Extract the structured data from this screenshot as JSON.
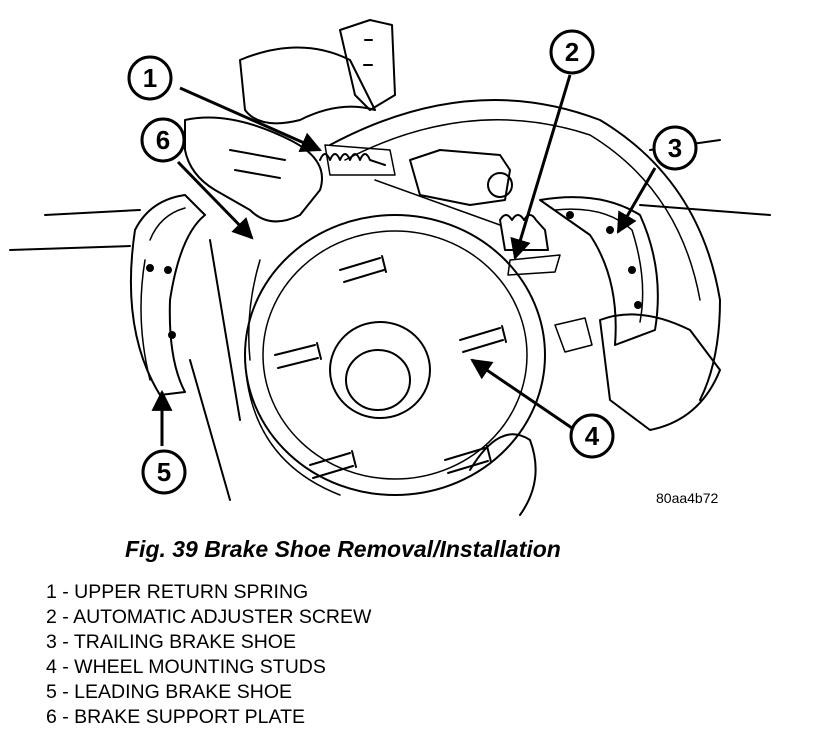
{
  "figure": {
    "caption": "Fig. 39 Brake Shoe Removal/Installation",
    "code": "80aa4b72"
  },
  "callouts": [
    {
      "number": "1",
      "target": "upper-return-spring"
    },
    {
      "number": "2",
      "target": "automatic-adjuster-screw"
    },
    {
      "number": "3",
      "target": "trailing-brake-shoe"
    },
    {
      "number": "4",
      "target": "wheel-mounting-studs"
    },
    {
      "number": "5",
      "target": "leading-brake-shoe"
    },
    {
      "number": "6",
      "target": "brake-support-plate"
    }
  ],
  "legend": [
    "1 - UPPER RETURN SPRING",
    "2 - AUTOMATIC ADJUSTER SCREW",
    "3 - TRAILING BRAKE SHOE",
    "4 - WHEEL MOUNTING STUDS",
    "5 - LEADING BRAKE SHOE",
    "6 - BRAKE SUPPORT PLATE"
  ],
  "colors": {
    "ink": "#000000",
    "paper": "#ffffff"
  }
}
